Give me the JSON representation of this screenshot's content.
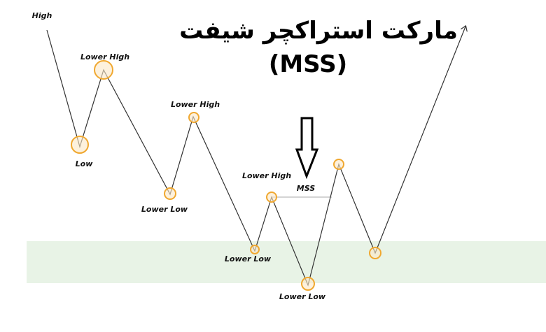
{
  "title": "مارکت استراکچر شیفت",
  "subtitle": "(MSS)",
  "labels": {
    "high": "High",
    "lower_high_1": "Lower High",
    "low": "Low",
    "lower_high_2": "Lower High",
    "lower_low_1": "Lower Low",
    "lower_high_3": "Lower High",
    "mss": "MSS",
    "lower_low_2": "Lower Low",
    "lower_low_3": "Lower Low"
  },
  "colors": {
    "zone": "#e8f3e6",
    "point": "#f0a830",
    "line": "#333333"
  }
}
